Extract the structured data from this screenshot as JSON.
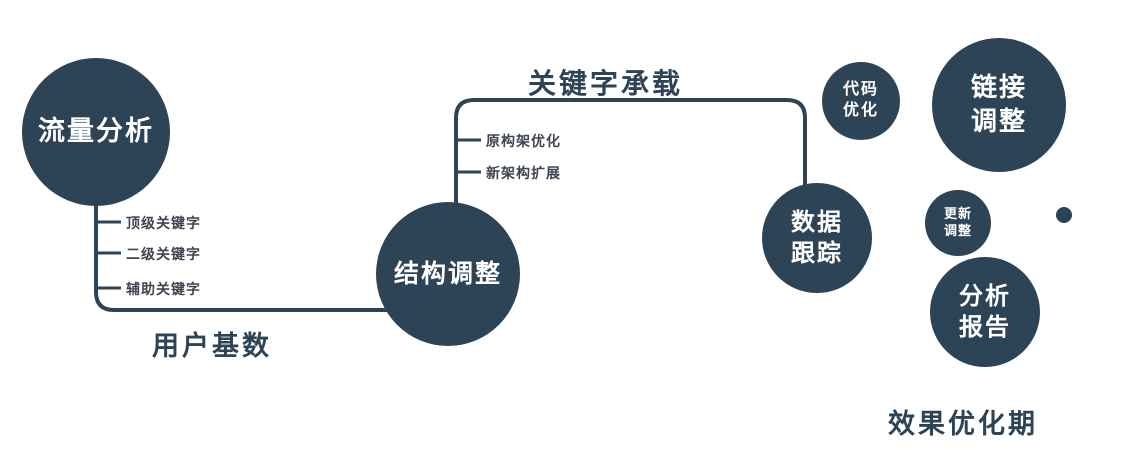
{
  "colors": {
    "primary": "#2d4356",
    "node_text": "#ffffff"
  },
  "nodes": {
    "traffic": {
      "label": "流量分析"
    },
    "structure": {
      "label": "结构调整"
    },
    "data_tracking": {
      "line1": "数据",
      "line2": "跟踪"
    },
    "code_optimization": {
      "line1": "代码",
      "line2": "优化"
    },
    "link_adjustment": {
      "line1": "链接",
      "line2": "调整"
    },
    "update_adjustment": {
      "line1": "更新",
      "line2": "调整"
    },
    "analysis_report": {
      "line1": "分析",
      "line2": "报告"
    }
  },
  "edge_labels": {
    "user_base": "用户基数",
    "keyword_bearing": "关键字承载"
  },
  "branches": {
    "traffic": [
      "顶级关键字",
      "二级关键字",
      "辅助关键字"
    ],
    "structure": [
      "原构架优化",
      "新架构扩展"
    ]
  },
  "footer_label": "效果优化期"
}
